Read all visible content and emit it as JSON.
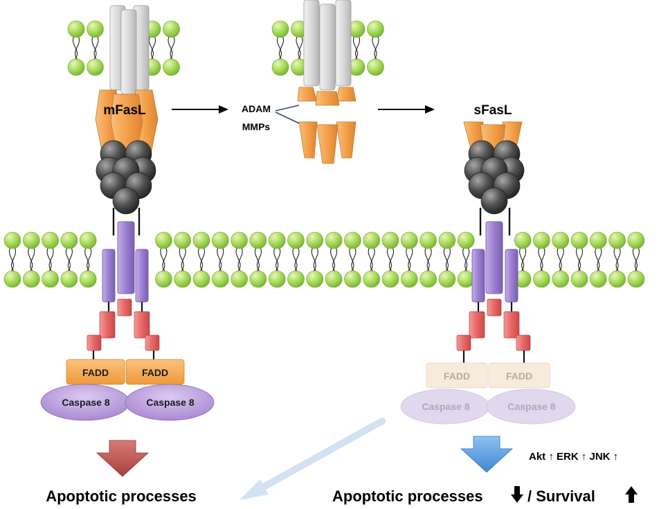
{
  "labels": {
    "mfasl": "mFasL",
    "sfasl": "sFasL",
    "adam": "ADAM",
    "mmps": "MMPs",
    "fadd": "FADD",
    "caspase8": "Caspase 8",
    "apoptotic_left": "Apoptotic processes",
    "apoptotic_right": "Apoptotic processes",
    "survival": "/ Survival",
    "kinases": "Akt ↑ ERK ↑ JNK ↑"
  },
  "colors": {
    "lipid_head": "#9ad24e",
    "ligand": "#f0a04a",
    "receptor_ball": "#4a4a4a",
    "receptor_tm": "#9b7fd0",
    "death_domain": "#e85f5f",
    "fadd": "#f5a445",
    "caspase": "#b596d8",
    "arrow_red": "#b9534f",
    "arrow_blue": "#5aa2e0",
    "arrow_faint": "#cfe0f2",
    "faded_fadd": "#f5e8d8",
    "faded_caspase": "#ddd3ea"
  }
}
